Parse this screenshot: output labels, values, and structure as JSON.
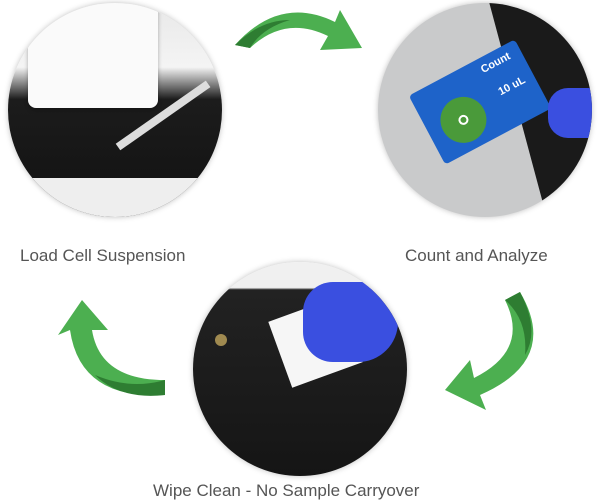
{
  "steps": [
    {
      "label": "Load Cell Suspension"
    },
    {
      "label": "Count and Analyze",
      "screen": {
        "title": "Count",
        "volume": "10 uL"
      }
    },
    {
      "label": "Wipe Clean - No Sample Carryover"
    }
  ],
  "colors": {
    "arrow": "#4caf50",
    "arrow_dark": "#2e7d32",
    "screen": "#1e63c9",
    "spot": "#4a9a3a",
    "glove": "#3a4fe0"
  }
}
